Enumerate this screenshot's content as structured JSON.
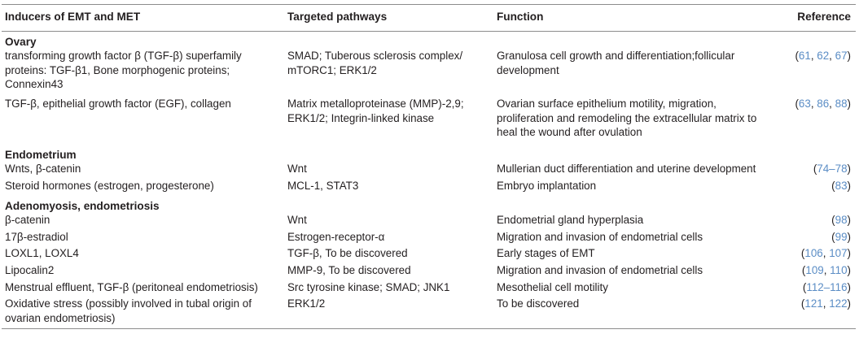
{
  "headers": {
    "inducers": "Inducers of EMT and MET",
    "pathways": "Targeted pathways",
    "function": "Function",
    "reference": "Reference"
  },
  "sections": [
    {
      "title": "Ovary",
      "rows": [
        {
          "inducer": "transforming growth factor β (TGF-β) superfamily proteins: TGF-β1, Bone morphogenic proteins; Connexin43",
          "pathways": "SMAD; Tuberous sclerosis complex/ mTORC1; ERK1/2",
          "function": "Granulosa cell growth and differentiation;follicular development",
          "ref_open": "(",
          "refs": [
            "61",
            "62",
            "67"
          ],
          "ref_close": ")"
        },
        {
          "inducer": "TGF-β, epithelial growth factor (EGF), collagen",
          "pathways": "Matrix metalloproteinase (MMP)-2,9; ERK1/2; Integrin-linked kinase",
          "function": "Ovarian surface epithelium motility, migration, proliferation and remodeling the extracellular matrix to heal the wound after ovulation",
          "ref_open": "(",
          "refs": [
            "63",
            "86",
            "88"
          ],
          "ref_close": ")"
        }
      ]
    },
    {
      "title": "Endometrium",
      "rows": [
        {
          "inducer": "Wnts, β-catenin",
          "pathways": "Wnt",
          "function": "Mullerian duct differentiation and uterine development",
          "ref_open": "(",
          "refs": [
            "74–78"
          ],
          "ref_close": ")"
        },
        {
          "inducer": "Steroid hormones (estrogen, progesterone)",
          "pathways": "MCL-1, STAT3",
          "function": "Embryo implantation",
          "ref_open": "(",
          "refs": [
            "83"
          ],
          "ref_close": ")"
        }
      ]
    },
    {
      "title": "Adenomyosis, endometriosis",
      "rows": [
        {
          "inducer": "β-catenin",
          "pathways": "Wnt",
          "function": "Endometrial gland hyperplasia",
          "ref_open": "(",
          "refs": [
            "98"
          ],
          "ref_close": ")"
        },
        {
          "inducer": "17β-estradiol",
          "pathways": "Estrogen-receptor-α",
          "function": "Migration and invasion of endometrial cells",
          "ref_open": "(",
          "refs": [
            "99"
          ],
          "ref_close": ")"
        },
        {
          "inducer": "LOXL1, LOXL4",
          "pathways": "TGF-β, To be discovered",
          "function": "Early stages of EMT",
          "ref_open": "(",
          "refs": [
            "106",
            "107"
          ],
          "ref_close": ")"
        },
        {
          "inducer": "Lipocalin2",
          "pathways": "MMP-9, To be discovered",
          "function": "Migration and invasion of endometrial cells",
          "ref_open": "(",
          "refs": [
            "109",
            "110"
          ],
          "ref_close": ")"
        },
        {
          "inducer": "Menstrual effluent, TGF-β (peritoneal endometriosis)",
          "pathways": "Src tyrosine kinase; SMAD; JNK1",
          "function": "Mesothelial cell motility",
          "ref_open": "(",
          "refs": [
            "112–116"
          ],
          "ref_close": ")"
        },
        {
          "inducer": "Oxidative stress (possibly involved in tubal origin of ovarian endometriosis)",
          "pathways": "ERK1/2",
          "function": "To be discovered",
          "ref_open": "(",
          "refs": [
            "121",
            "122"
          ],
          "ref_close": ")"
        }
      ]
    }
  ],
  "colors": {
    "text": "#231f20",
    "reference_link": "#5b8dc5",
    "rule": "#8c8c8c"
  }
}
